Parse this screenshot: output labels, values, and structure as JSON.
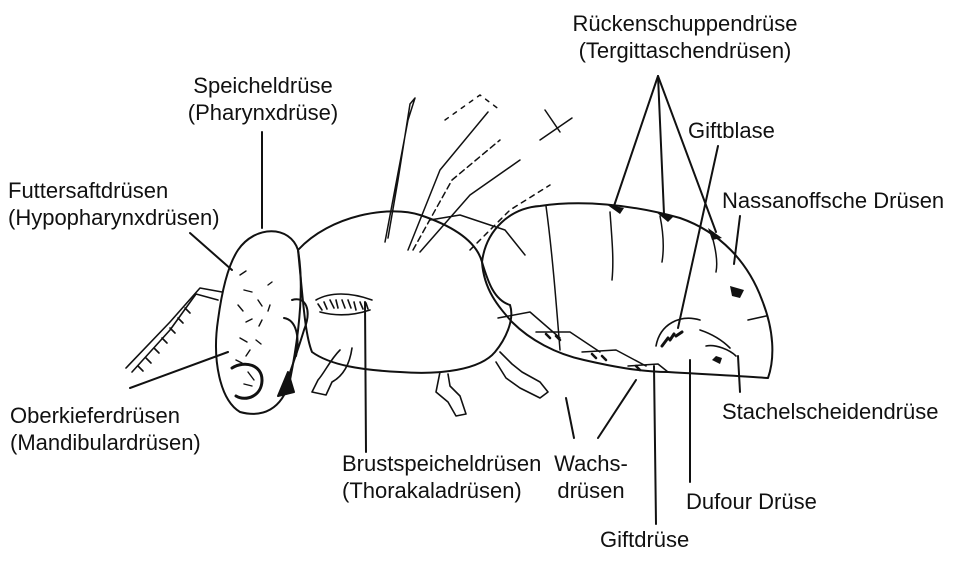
{
  "labels": {
    "speicheldruese": {
      "line1": "Speicheldrüse",
      "line2": "(Pharynxdrüse)"
    },
    "futtersaftdruesen": {
      "line1": "Futtersaftdrüsen",
      "line2": "(Hypopharynxdrüsen)"
    },
    "oberkieferdruesen": {
      "line1": "Oberkieferdrüsen",
      "line2": "(Mandibulardrüsen)"
    },
    "brustspeicheldruesen": {
      "line1": "Brustspeicheldrüsen",
      "line2": "(Thorakaladrüsen)"
    },
    "wachsdruesen": {
      "line1": "Wachs-",
      "line2": "drüsen"
    },
    "rueckenschuppendruese": {
      "line1": "Rückenschuppendrüse",
      "line2": "(Tergittaschendrüsen)"
    },
    "giftblase": "Giftblase",
    "nassanoffsche": "Nassanoffsche Drüsen",
    "stachelscheidendruese": "Stachelscheidendrüse",
    "dufour": "Dufour Drüse",
    "giftdruese": "Giftdrüse"
  },
  "colors": {
    "ink": "#111111",
    "background": "#ffffff"
  }
}
